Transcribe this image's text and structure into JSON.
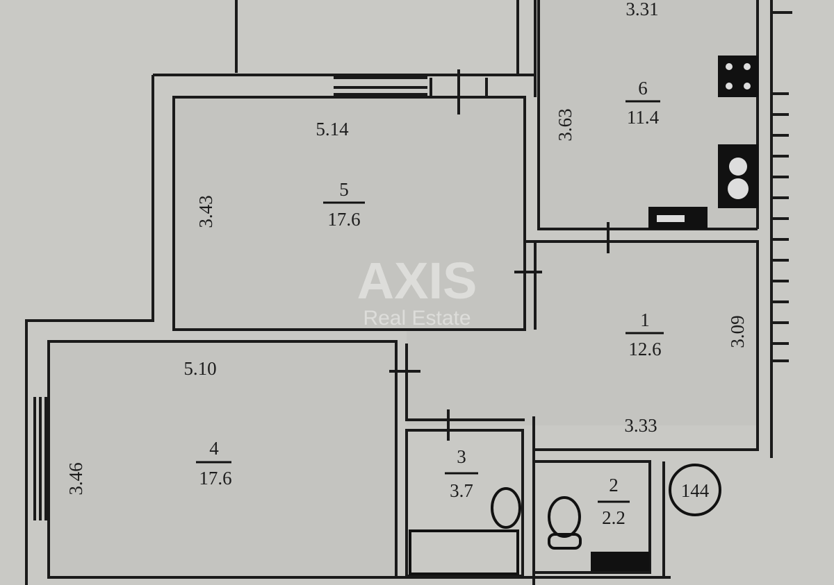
{
  "watermark": {
    "title": "AXIS",
    "subtitle": "Real Estate"
  },
  "apartment_number": "144",
  "rooms": [
    {
      "number": "1",
      "area": "12.6",
      "dims": [
        "3.33",
        "3.09"
      ]
    },
    {
      "number": "2",
      "area": "2.2"
    },
    {
      "number": "3",
      "area": "3.7"
    },
    {
      "number": "4",
      "area": "17.6",
      "dims": [
        "5.10",
        "3.46"
      ]
    },
    {
      "number": "5",
      "area": "17.6",
      "dims": [
        "5.14",
        "3.43"
      ]
    },
    {
      "number": "6",
      "area": "11.4",
      "dims": [
        "3.31",
        "3.63"
      ]
    }
  ],
  "colors": {
    "paper": "#c9c9c5",
    "ink": "#1a1a1a",
    "watermark": "#e6e6e3"
  }
}
